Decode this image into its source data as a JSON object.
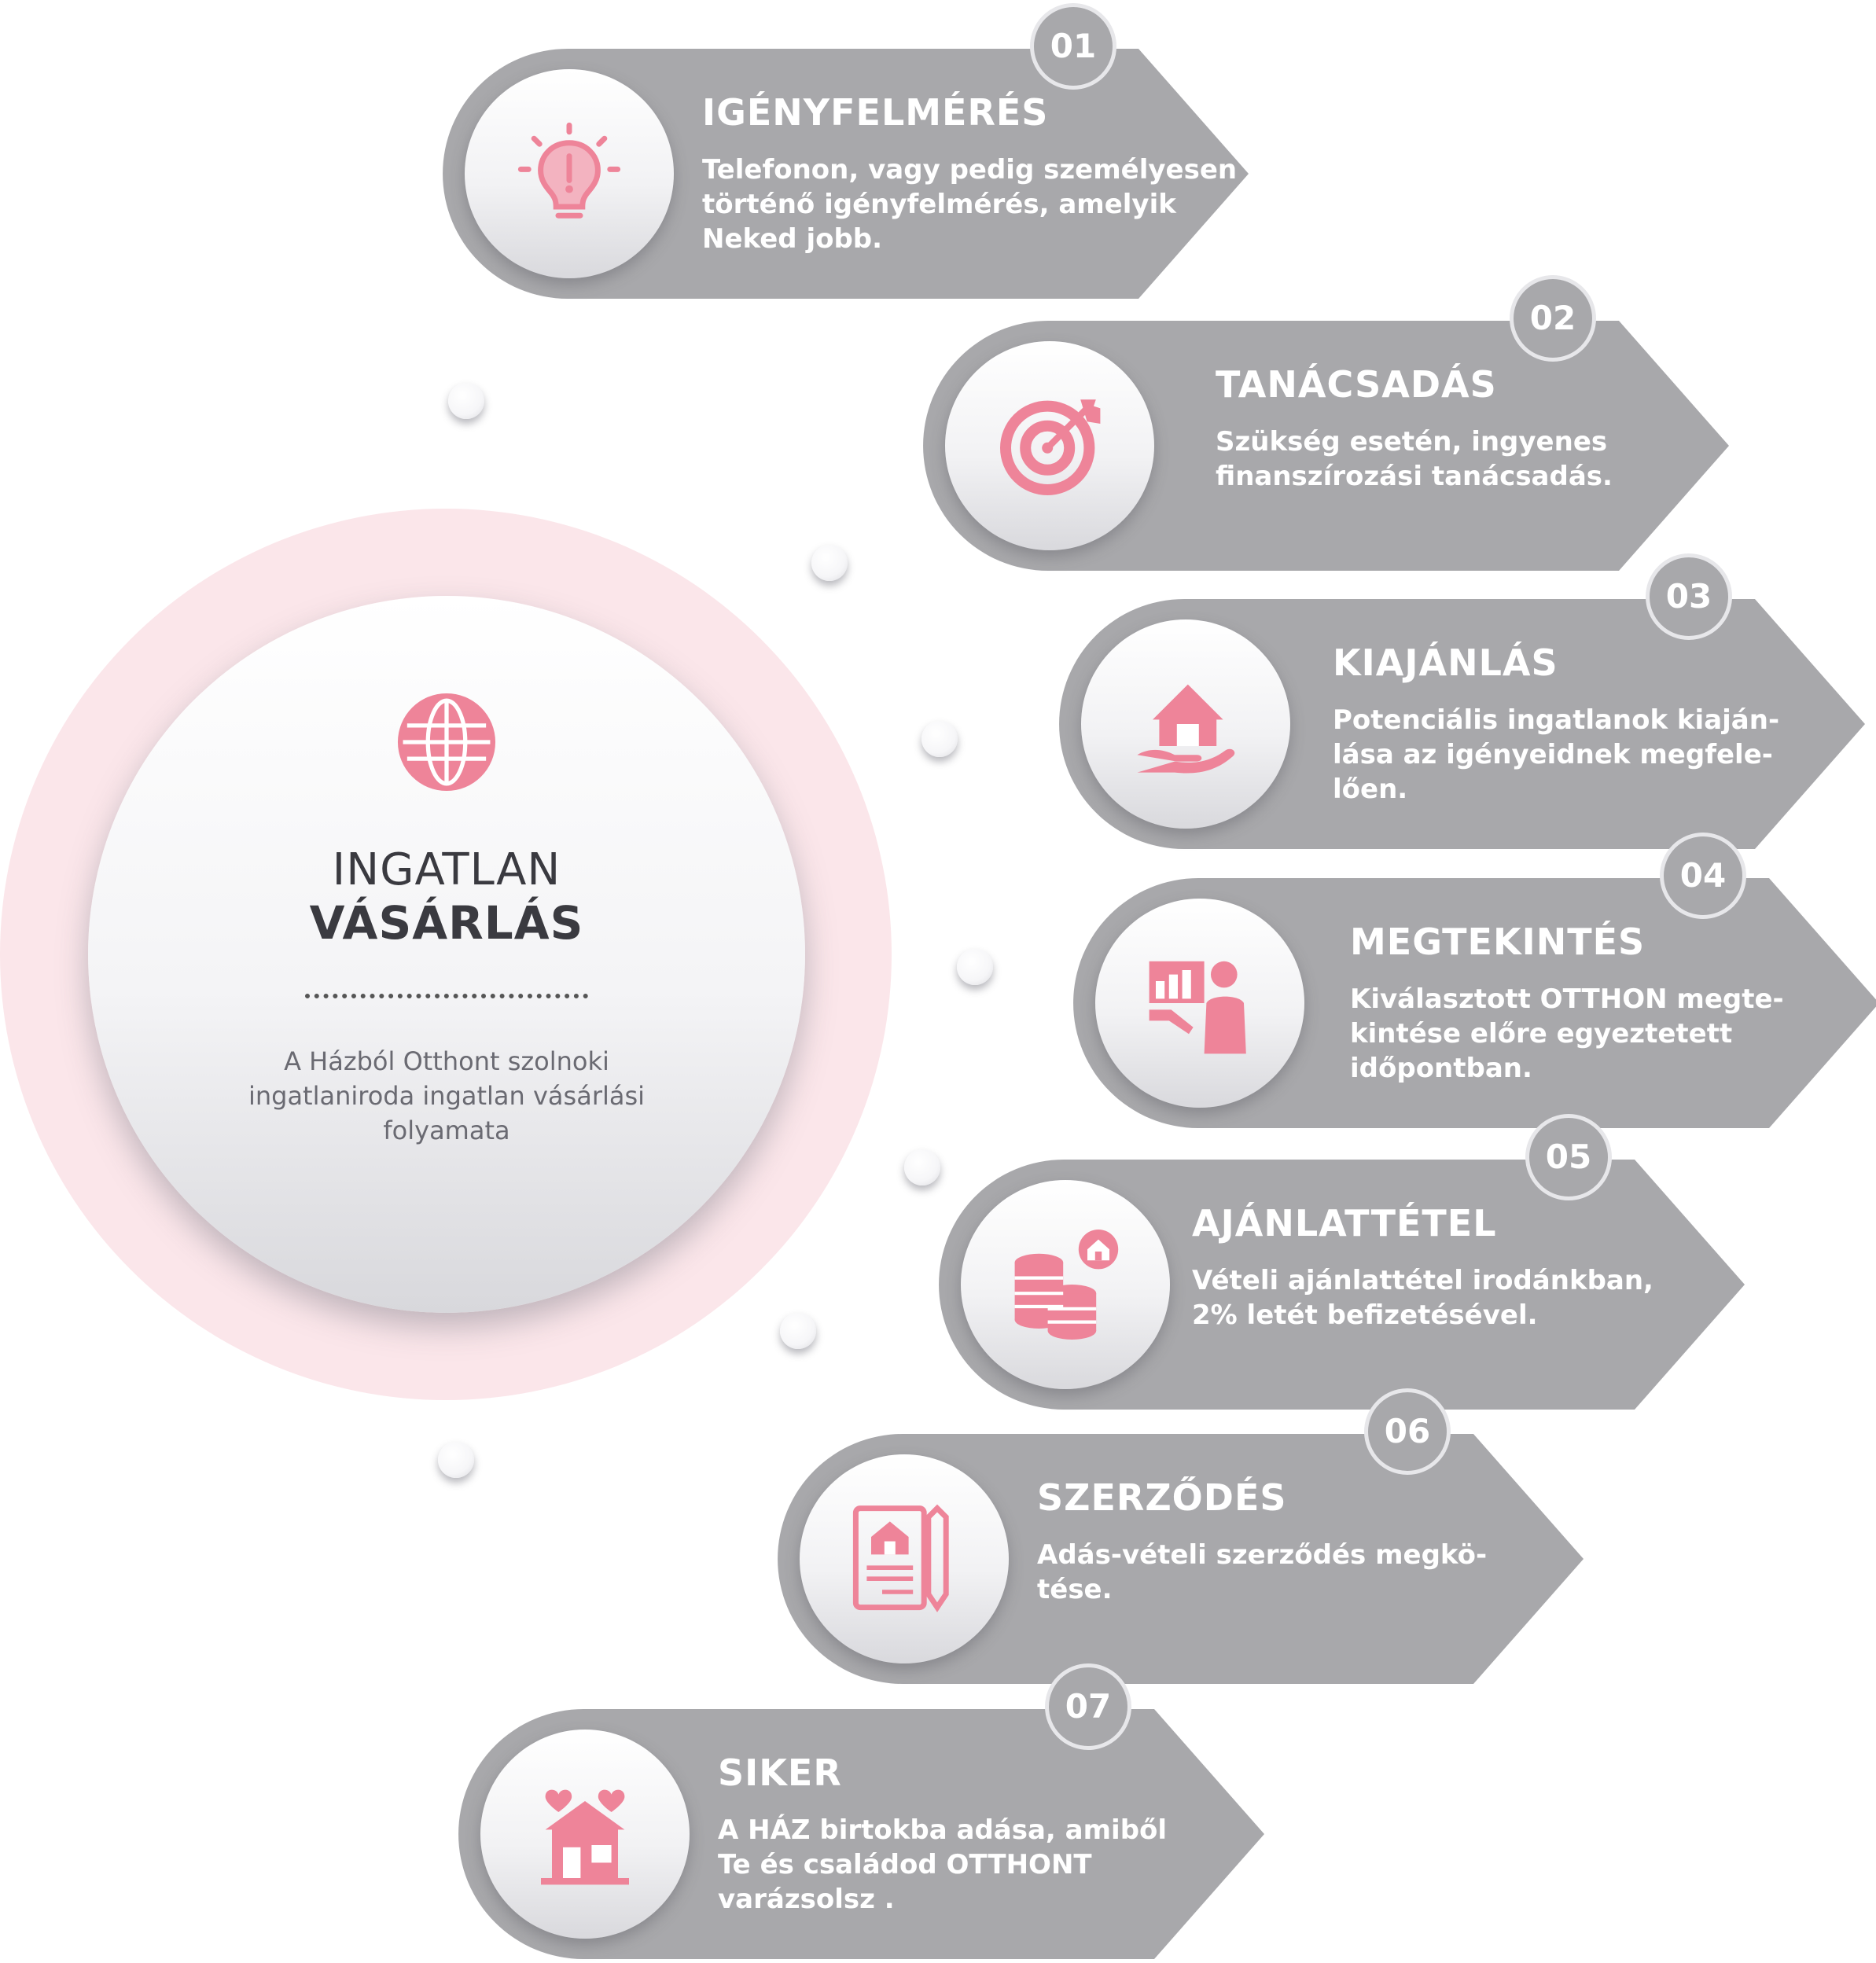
{
  "colors": {
    "accent_pink": "#ee8499",
    "banner_gray": "#a8a8ab",
    "halo_pink": "#fbe6ea"
  },
  "hub": {
    "icon": "globe-icon",
    "title_light": "INGATLAN",
    "title_bold": "VÁSÁRLÁS",
    "description": "A Házból Otthont szolnoki ingatlaniroda ingatlan vásárlási folyamata"
  },
  "steps": [
    {
      "number": "01",
      "title": "IGÉNYFELMÉRÉS",
      "text": "Telefonon, vagy pedig személyesen\ntörténő igényfelmérés, amelyik\nNeked jobb.",
      "icon": "lightbulb-icon"
    },
    {
      "number": "02",
      "title": "TANÁCSADÁS",
      "text": "Szükség esetén, ingyenes\nfinanszírozási tanácsadás.",
      "icon": "target-icon"
    },
    {
      "number": "03",
      "title": "KIAJÁNLÁS",
      "text": "Potenciális ingatlanok kiaján-\nlása az igényeidnek megfele-\nlően.",
      "icon": "house-hand-icon"
    },
    {
      "number": "04",
      "title": "MEGTEKINTÉS",
      "text": "Kiválasztott OTTHON megte-\nkintése előre egyeztetett\nidőpontban.",
      "icon": "presentation-agent-icon"
    },
    {
      "number": "05",
      "title": "AJÁNLATTÉTEL",
      "text": "Vételi ajánlattétel irodánkban,\n2% letét befizetésével.",
      "icon": "coins-house-icon"
    },
    {
      "number": "06",
      "title": "SZERZŐDÉS",
      "text": "Adás-vételi szerződés megkö-\ntése.",
      "icon": "contract-pen-icon"
    },
    {
      "number": "07",
      "title": "SIKER",
      "text": "A HÁZ birtokba adása, amiből\nTe és családod OTTHONT\nvarázsolsz .",
      "icon": "house-hearts-icon"
    }
  ]
}
